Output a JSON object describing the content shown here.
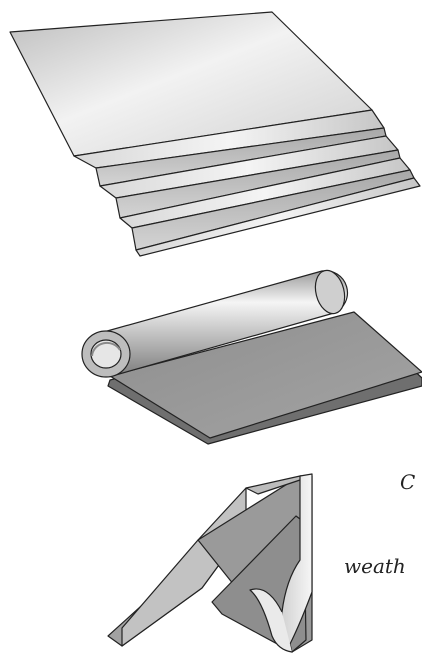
{
  "captions": {
    "first": "C",
    "second": "weath"
  },
  "illustrations": [
    {
      "name": "stepped-folded-sheet"
    },
    {
      "name": "rolled-sheet"
    },
    {
      "name": "angle-bracket-with-peeling-film"
    }
  ],
  "colors": {
    "outline": "#222222",
    "sheet-light": "#eeeeee",
    "sheet-mid": "#c8c8c8",
    "sheet-dark": "#8f8f8f",
    "background": "#ffffff"
  }
}
